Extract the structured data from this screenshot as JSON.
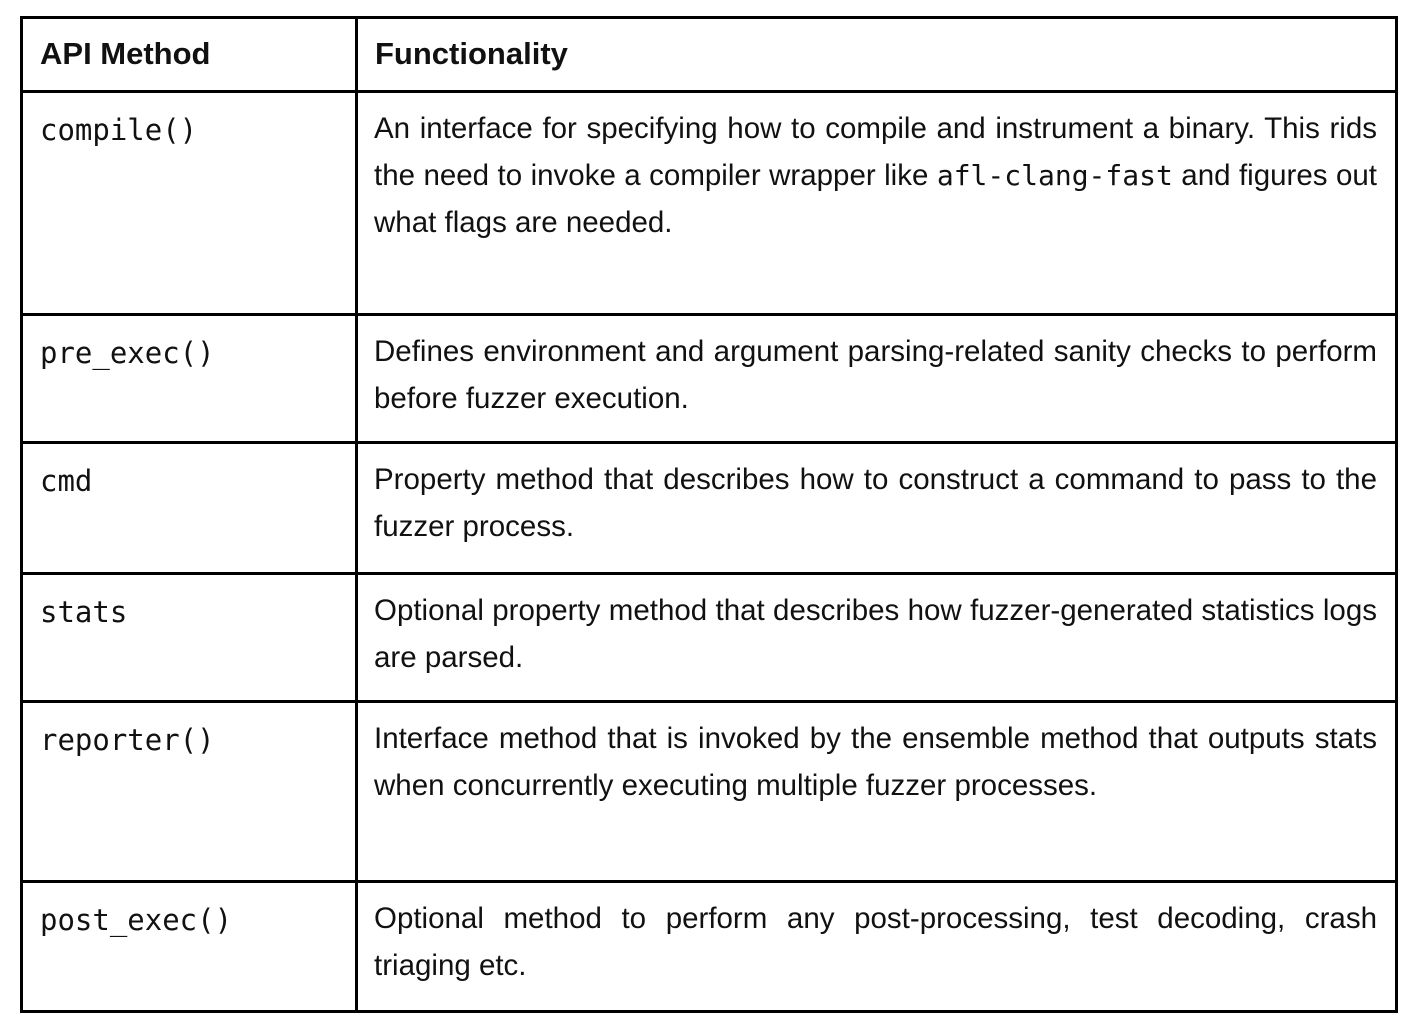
{
  "page": {
    "background_color": "#ffffff",
    "border_color": "#000000",
    "text_color": "#111111"
  },
  "table": {
    "columns": [
      {
        "label": "API Method"
      },
      {
        "label": "Functionality"
      }
    ],
    "rows": [
      {
        "method": "compile()",
        "func_pre": "An interface for specifying how to compile and instrument a binary. This rids the need to invoke a compiler wrapper like ",
        "func_code": "afl-clang-fast",
        "func_post": " and figures out what flags are needed."
      },
      {
        "method": "pre_exec()",
        "functionality": "Defines environment and argument parsing-related sanity checks to perform before fuzzer execution."
      },
      {
        "method": "cmd",
        "functionality": "Property method that describes how to construct a command to pass to the fuzzer process."
      },
      {
        "method": "stats",
        "functionality": "Optional property method that describes how fuzzer-generated statistics logs are parsed."
      },
      {
        "method": "reporter()",
        "functionality": "Interface method that is invoked by the ensemble method that outputs stats when concurrently executing multiple fuzzer processes."
      },
      {
        "method": "post_exec()",
        "functionality": "Optional method to perform any post-processing, test decoding, crash triaging etc."
      }
    ]
  }
}
